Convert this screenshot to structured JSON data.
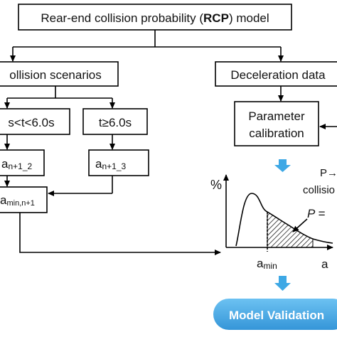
{
  "title": {
    "prefix": "Rear-end collision probability (",
    "abbr": "RCP",
    "suffix": ") model"
  },
  "boxes": {
    "collision_scenarios": "ollision scenarios",
    "deceleration_data": "Deceleration data",
    "parameter_calibration_line1": "Parameter",
    "parameter_calibration_line2": "calibration",
    "scenario_mid": "s<t<6.0s",
    "scenario_long": "t≥6.0s",
    "accel_2_base": "a",
    "accel_2_sub": "n+1_2",
    "accel_3_base": "a",
    "accel_3_sub": "n+1_3",
    "amin_base": "a",
    "amin_sub": "min,n+1"
  },
  "plot": {
    "y_label": "%",
    "x_label": "a",
    "x_marker_base": "a",
    "x_marker_sub": "min",
    "annotation_p_arrow": "P→",
    "annotation_collision": "collisio",
    "annotation_formula": "P ="
  },
  "validation_button": "Model Validation",
  "colors": {
    "accent_blue": "#3ea8e5",
    "pill_blue": "#4aaeea",
    "line": "#000000"
  }
}
